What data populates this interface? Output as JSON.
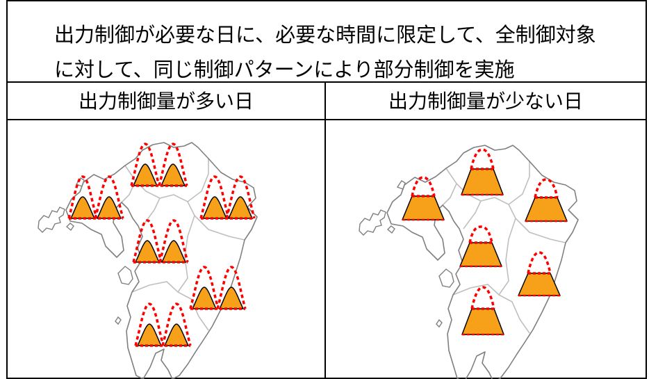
{
  "title": {
    "line1": "出力制御が必要な日に、必要な時間に限定して、全制御対象",
    "line2": "に対して、同じ制御パターンにより部分制御を実施"
  },
  "columns": [
    {
      "header": "出力制御量が多い日"
    },
    {
      "header": "出力制御量が少ない日"
    }
  ],
  "icons": {
    "map": "kyushu-map-icon",
    "left_pattern": "triangle-icon",
    "right_pattern": "trapezoid-icon"
  },
  "colors": {
    "table_border": "#000000",
    "map_outline": "#7F7F7F",
    "map_border": "#BFBFBF",
    "control_shape_fill": "#F7A11A",
    "control_shape_stroke": "#000000",
    "output_curve": "#FF0000"
  }
}
